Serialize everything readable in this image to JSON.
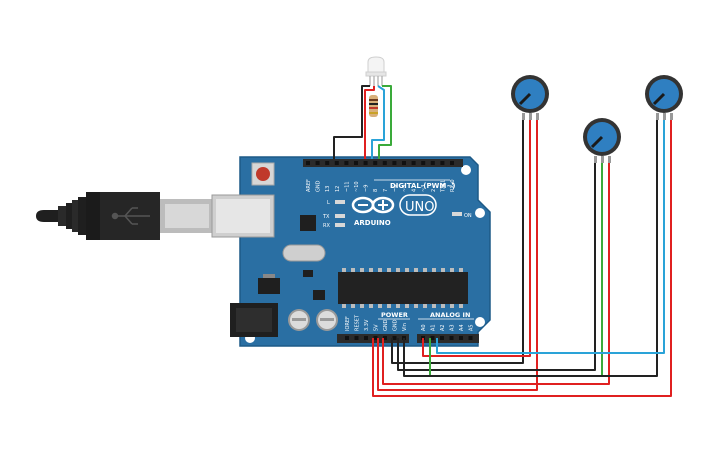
{
  "board": {
    "brand": "ARDUINO",
    "model": "UNO",
    "digital_header": "DIGITAL (PWM~)",
    "power_header": "POWER",
    "analog_header": "ANALOG IN",
    "led_l": "L",
    "led_tx": "TX",
    "led_rx": "RX",
    "led_on": "ON",
    "digital_pins": [
      "AREF",
      "GND",
      "13",
      "12",
      "~11",
      "~10",
      "~9",
      "8",
      "7",
      "~6",
      "~5",
      "4",
      "~3",
      "2",
      "TX▸1",
      "RX◂0"
    ],
    "power_pins": [
      "IOREF",
      "RESET",
      "3.3V",
      "5V",
      "GND",
      "GND",
      "Vin"
    ],
    "analog_pins": [
      "A0",
      "A1",
      "A2",
      "A3",
      "A4",
      "A5"
    ]
  },
  "colors": {
    "board": "#2a6fa3",
    "board_edge": "#1d5a87",
    "header": "#2b2b2b",
    "chip": "#222222",
    "usb": "#1f1f1f",
    "pot_body": "#2f7fc1",
    "wire_red": "#e02020",
    "wire_black": "#222222",
    "wire_blue": "#2aa3d8",
    "wire_green": "#3aaa3a"
  }
}
